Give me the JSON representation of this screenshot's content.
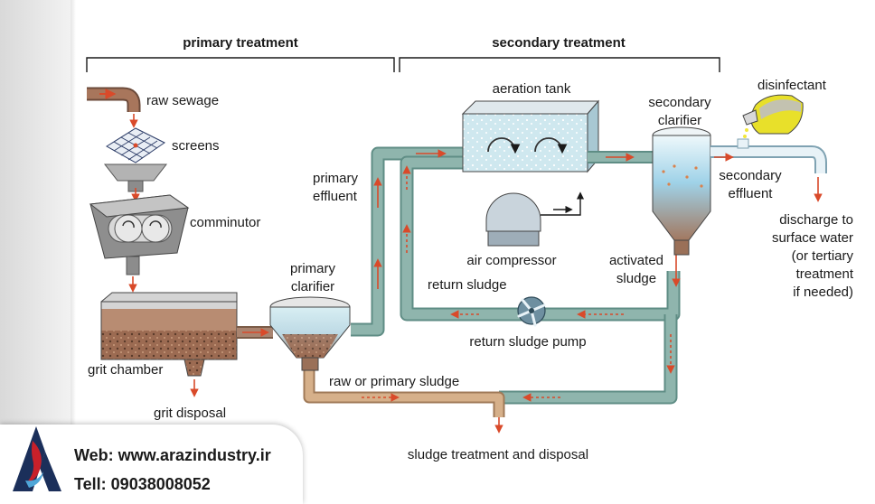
{
  "headers": {
    "primary": "primary treatment",
    "secondary": "secondary treatment"
  },
  "labels": {
    "raw_sewage": "raw sewage",
    "screens": "screens",
    "comminutor": "comminutor",
    "grit_chamber": "grit chamber",
    "grit_disposal": "grit disposal",
    "primary_clarifier_1": "primary",
    "primary_clarifier_2": "clarifier",
    "primary_effluent_1": "primary",
    "primary_effluent_2": "effluent",
    "aeration_tank": "aeration tank",
    "air_compressor": "air compressor",
    "secondary_clarifier_1": "secondary",
    "secondary_clarifier_2": "clarifier",
    "disinfectant": "disinfectant",
    "secondary_effluent_1": "secondary",
    "secondary_effluent_2": "effluent",
    "discharge_1": "discharge to",
    "discharge_2": "surface water",
    "discharge_3": "(or tertiary",
    "discharge_4": "treatment",
    "discharge_5": "if needed)",
    "activated_sludge_1": "activated",
    "activated_sludge_2": "sludge",
    "return_sludge": "return sludge",
    "return_sludge_pump": "return sludge pump",
    "raw_primary_sludge": "raw or primary sludge",
    "sludge_treatment": "sludge treatment and disposal"
  },
  "footer": {
    "web": "Web:  www.arazindustry.ir",
    "tell": "Tell:  09038008052"
  },
  "colors": {
    "pipe_water": "#8fb5ad",
    "pipe_sludge": "#c9a27c",
    "flow_arrow": "#d94a2a",
    "tank_water": "#bfe3ee",
    "sludge_brown": "#8a5a45",
    "disinfectant_yellow": "#e8e02a"
  }
}
